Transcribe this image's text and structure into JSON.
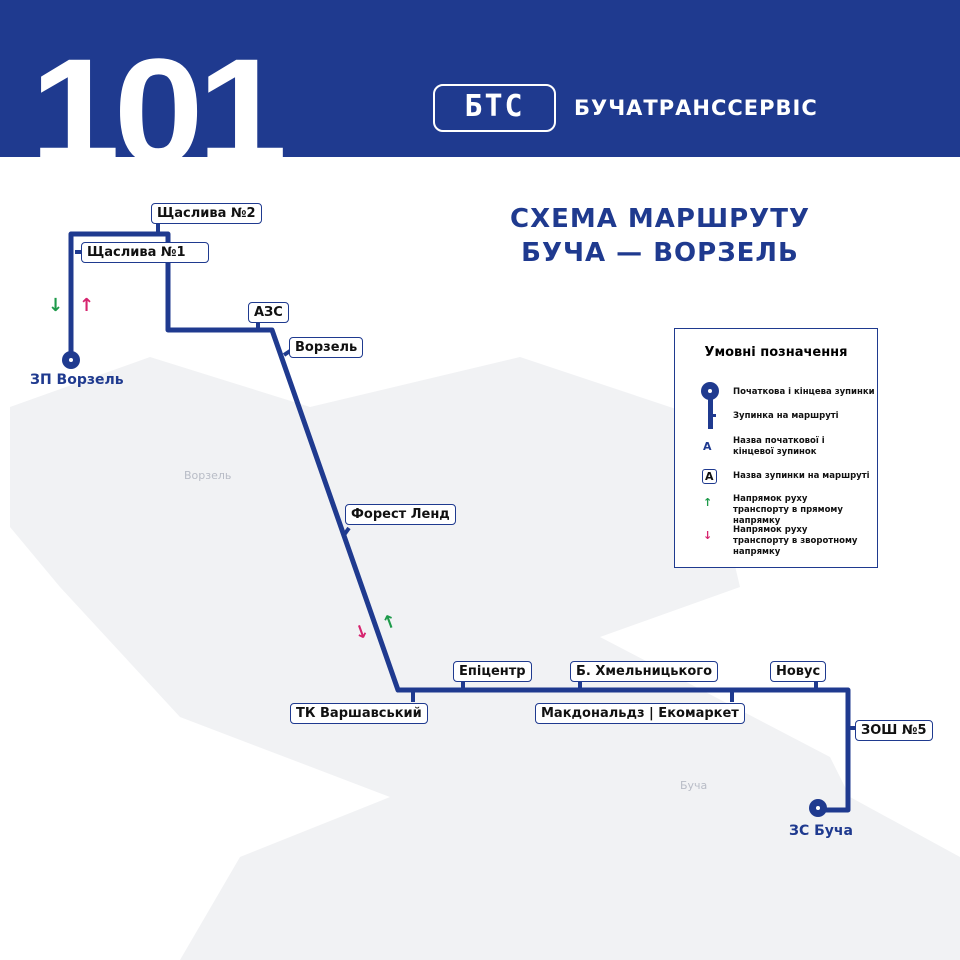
{
  "header": {
    "route_number": "101",
    "logo_text": "БТС",
    "company": "БУЧАТРАНССЕРВІС"
  },
  "title": {
    "line1": "СХЕМА МАРШРУТУ",
    "line2": "БУЧА — ВОРЗЕЛЬ"
  },
  "towns": {
    "vorzel": "Ворзель",
    "bucha": "Буча"
  },
  "terminals": {
    "start": "ЗП Ворзель",
    "end": "ЗС Буча"
  },
  "stops": [
    "Щаслива №2",
    "Щаслива №1",
    "АЗС",
    "Ворзель",
    "Форест Ленд",
    "ТК Варшавський",
    "Епіцентр",
    "Б. Хмельницького",
    "Макдональдз | Екомаркет",
    "Новус",
    "ЗОШ №5"
  ],
  "legend": {
    "title": "Умовні позначення",
    "items": [
      "Початкова і кінцева зупинки",
      "Зупинка на маршруті",
      "Назва початкової і кінцевої зупинок",
      "Назва зупинки на маршруті",
      "Напрямок руху транспорту в прямому напрямку",
      "Напрямок руху транспорту в зворотному напрямку"
    ],
    "sample_letter": "А"
  },
  "colors": {
    "brand": "#1f3a8f",
    "forward": "#1e9a4a",
    "reverse": "#d6246e"
  }
}
